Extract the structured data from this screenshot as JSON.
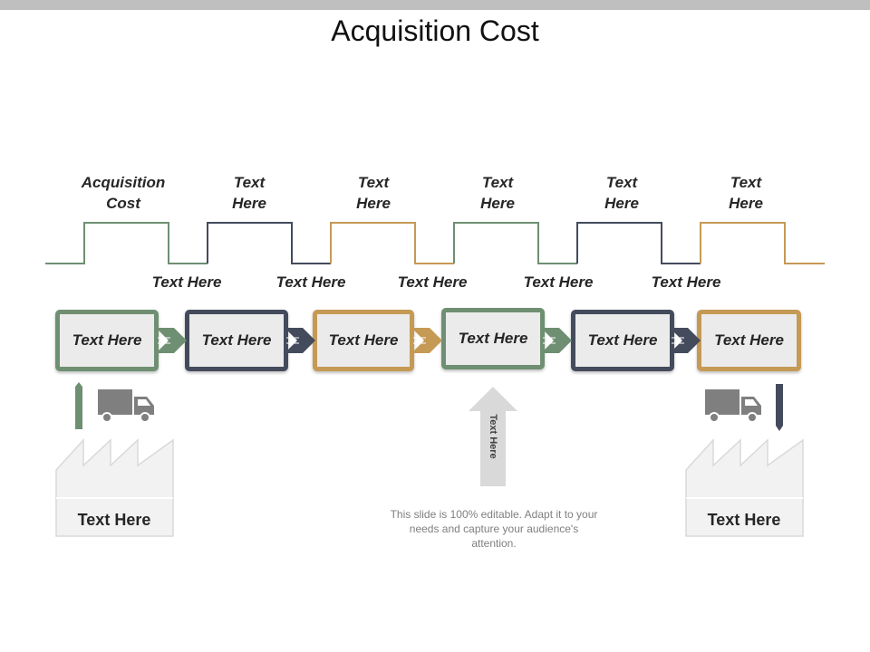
{
  "title": "Acquisition Cost",
  "top_labels": [
    "Acquisition Cost",
    "Text Here",
    "Text Here",
    "Text Here",
    "Text Here",
    "Text Here"
  ],
  "low_labels": [
    "Text Here",
    "Text Here",
    "Text Here",
    "Text Here",
    "Text Here"
  ],
  "boxes": [
    "Text Here",
    "Text Here",
    "Text Here",
    "Text Here",
    "Text Here",
    "Text Here"
  ],
  "colors": {
    "green": "#6f8f72",
    "navy": "#444b5c",
    "gold": "#c59a55",
    "gray": "#7f7f7f"
  },
  "arrow_label": "Text Here",
  "factories": [
    {
      "label": "Text Here"
    },
    {
      "label": "Text Here"
    }
  ],
  "note": "This slide is 100% editable. Adapt it to your needs and capture your audience's attention."
}
